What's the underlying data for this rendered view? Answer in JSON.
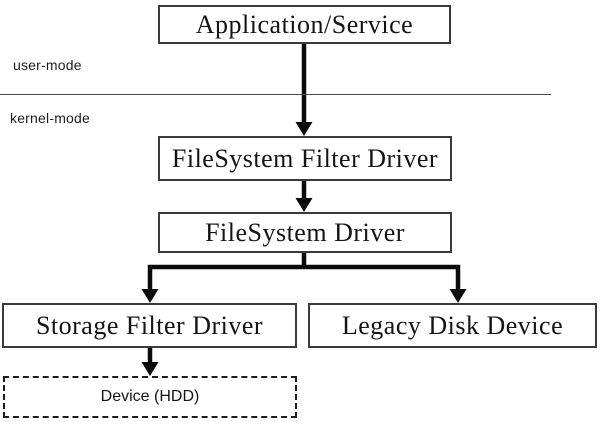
{
  "diagram": {
    "zone_labels": {
      "user_mode": "user-mode",
      "kernel_mode": "kernel-mode"
    },
    "nodes": {
      "app_service": {
        "label": "Application/Service"
      },
      "fs_filter_driver": {
        "label": "FileSystem Filter Driver"
      },
      "fs_driver": {
        "label": "FileSystem Driver"
      },
      "storage_filter_driver": {
        "label": "Storage Filter Driver"
      },
      "legacy_disk_device": {
        "label": "Legacy Disk Device"
      },
      "device_hdd": {
        "label": "Device (HDD)"
      }
    },
    "edges": [
      {
        "from": "app_service",
        "to": "fs_filter_driver"
      },
      {
        "from": "fs_filter_driver",
        "to": "fs_driver"
      },
      {
        "from": "fs_driver",
        "to": "storage_filter_driver"
      },
      {
        "from": "fs_driver",
        "to": "legacy_disk_device"
      },
      {
        "from": "storage_filter_driver",
        "to": "device_hdd"
      }
    ],
    "colors": {
      "background": "#ffffff",
      "line": "#0a0a0a",
      "border": "#3a3a3a",
      "text": "#141414"
    }
  }
}
